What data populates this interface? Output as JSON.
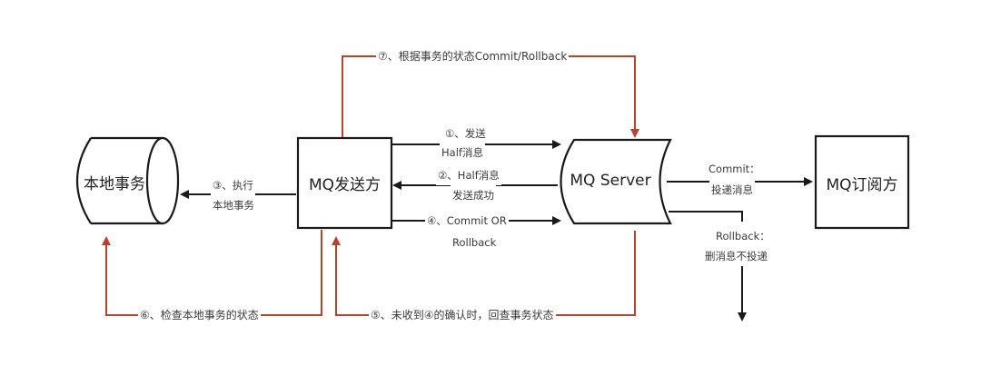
{
  "nodes": {
    "local_tx": "本地事务",
    "producer": "MQ发送方",
    "server": "MQ Server",
    "subscriber": "MQ订阅方"
  },
  "edges": {
    "step1_line1": "①、发送",
    "step1_line2": "Half消息",
    "step2_line1": "②、Half消息",
    "step2_line2": "发送成功",
    "step3_line1": "③、执行",
    "step3_line2": "本地事务",
    "step4_line1": "④、Commit OR",
    "step4_line2": "Rollback",
    "step5": "⑤、未收到④的确认时，回查事务状态",
    "step6": "⑥、检查本地事务的状态",
    "step7": "⑦、根据事务的状态Commit/Rollback",
    "commit_line1": "Commit：",
    "commit_line2": "投递消息",
    "rollback_line1": "Rollback：",
    "rollback_line2": "删消息不投递"
  },
  "colors": {
    "line": "#1a1a1a",
    "feedback": "#b5442f"
  }
}
